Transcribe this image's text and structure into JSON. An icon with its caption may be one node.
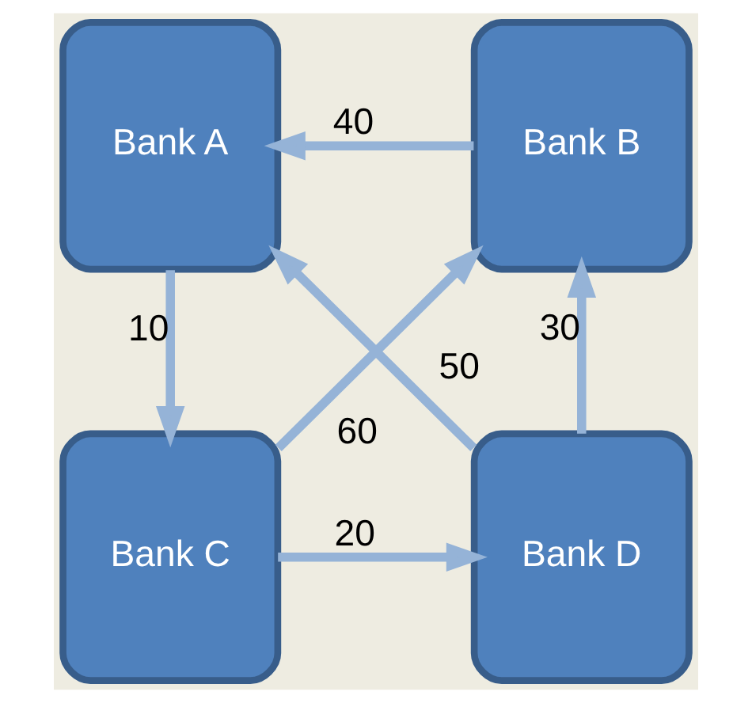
{
  "diagram": {
    "nodes": [
      {
        "text": [
          "Bank A"
        ]
      },
      {
        "text": [
          "Bank B"
        ]
      },
      {
        "text": [
          "Bank C"
        ]
      },
      {
        "text": [
          "Bank D"
        ]
      }
    ],
    "edges": [
      {
        "from": 1,
        "to": 0,
        "arrow": "to",
        "label": "40"
      },
      {
        "from": 0,
        "to": 2,
        "arrow": "to",
        "label": "10"
      },
      {
        "from": 2,
        "to": 1,
        "arrow": "to",
        "label": "60"
      },
      {
        "from": 3,
        "to": 0,
        "arrow": "to",
        "label": "50"
      },
      {
        "from": 2,
        "to": 3,
        "arrow": "to",
        "label": "20"
      },
      {
        "from": 3,
        "to": 1,
        "arrow": "to",
        "label": "30"
      }
    ]
  }
}
